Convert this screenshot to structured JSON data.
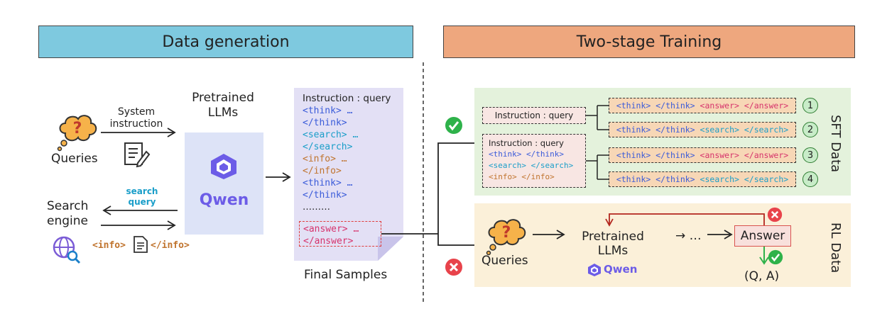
{
  "left": {
    "banner": "Data generation",
    "queries_label": "Queries",
    "system_instruction": [
      "System",
      "instruction"
    ],
    "pretrained_llms": [
      "Pretrained",
      "LLMs"
    ],
    "qwen": "Qwen",
    "search_query": [
      "search",
      "query"
    ],
    "search_engine": [
      "Search",
      "engine"
    ],
    "info_open": "<info>",
    "info_close": "</info>",
    "final_samples": "Final Samples",
    "doc": {
      "instruction": "Instruction : query",
      "think_open": "<think> …",
      "think_close": "</think>",
      "search_open": "<search> …",
      "search_close": "</search>",
      "info_open": "<info> …",
      "info_close": "</info>",
      "think_open2": "<think> …",
      "think_close2": "</think>",
      "ellipsis": "………",
      "answer_open": "<answer> …",
      "answer_close": "</answer>"
    }
  },
  "right": {
    "banner": "Two-stage Training",
    "sft_label": "SFT Data",
    "rl_label": "RL Data",
    "instr_short": "Instruction : query",
    "instr_long": {
      "line1": "Instruction : query",
      "line2": "<think> </think>",
      "line3": "<search> </search>",
      "line4": "<info> </info>"
    },
    "rows": [
      {
        "num": "1",
        "think": "<think> </think>",
        "tail": "<answer> </answer>",
        "kind": "answer"
      },
      {
        "num": "2",
        "think": "<think> </think>",
        "tail": "<search> </search>",
        "kind": "search"
      },
      {
        "num": "3",
        "think": "<think> </think>",
        "tail": "<answer> </answer>",
        "kind": "answer"
      },
      {
        "num": "4",
        "think": "<think> </think>",
        "tail": "<search> </search>",
        "kind": "search"
      }
    ],
    "rl": {
      "queries_label": "Queries",
      "pretrained_llms": [
        "Pretrained",
        "LLMs"
      ],
      "qwen": "Qwen",
      "ellipsis": "→ …",
      "answer": "Answer",
      "qa": "(Q, A)"
    }
  },
  "colors": {
    "left_banner": "#7ec9df",
    "right_banner": "#eea77e",
    "sft_bg": "#e4f2dc",
    "rl_bg": "#fbf0d9",
    "doc_bg": "#e3e0f5",
    "llm_box": "#dde3f7",
    "check": "#2eb24a",
    "cross": "#e8434b"
  },
  "icons": [
    "thought-bubble-icon",
    "note-edit-icon",
    "qwen-logo-icon",
    "globe-search-icon",
    "document-icon",
    "check-icon",
    "cross-icon"
  ]
}
